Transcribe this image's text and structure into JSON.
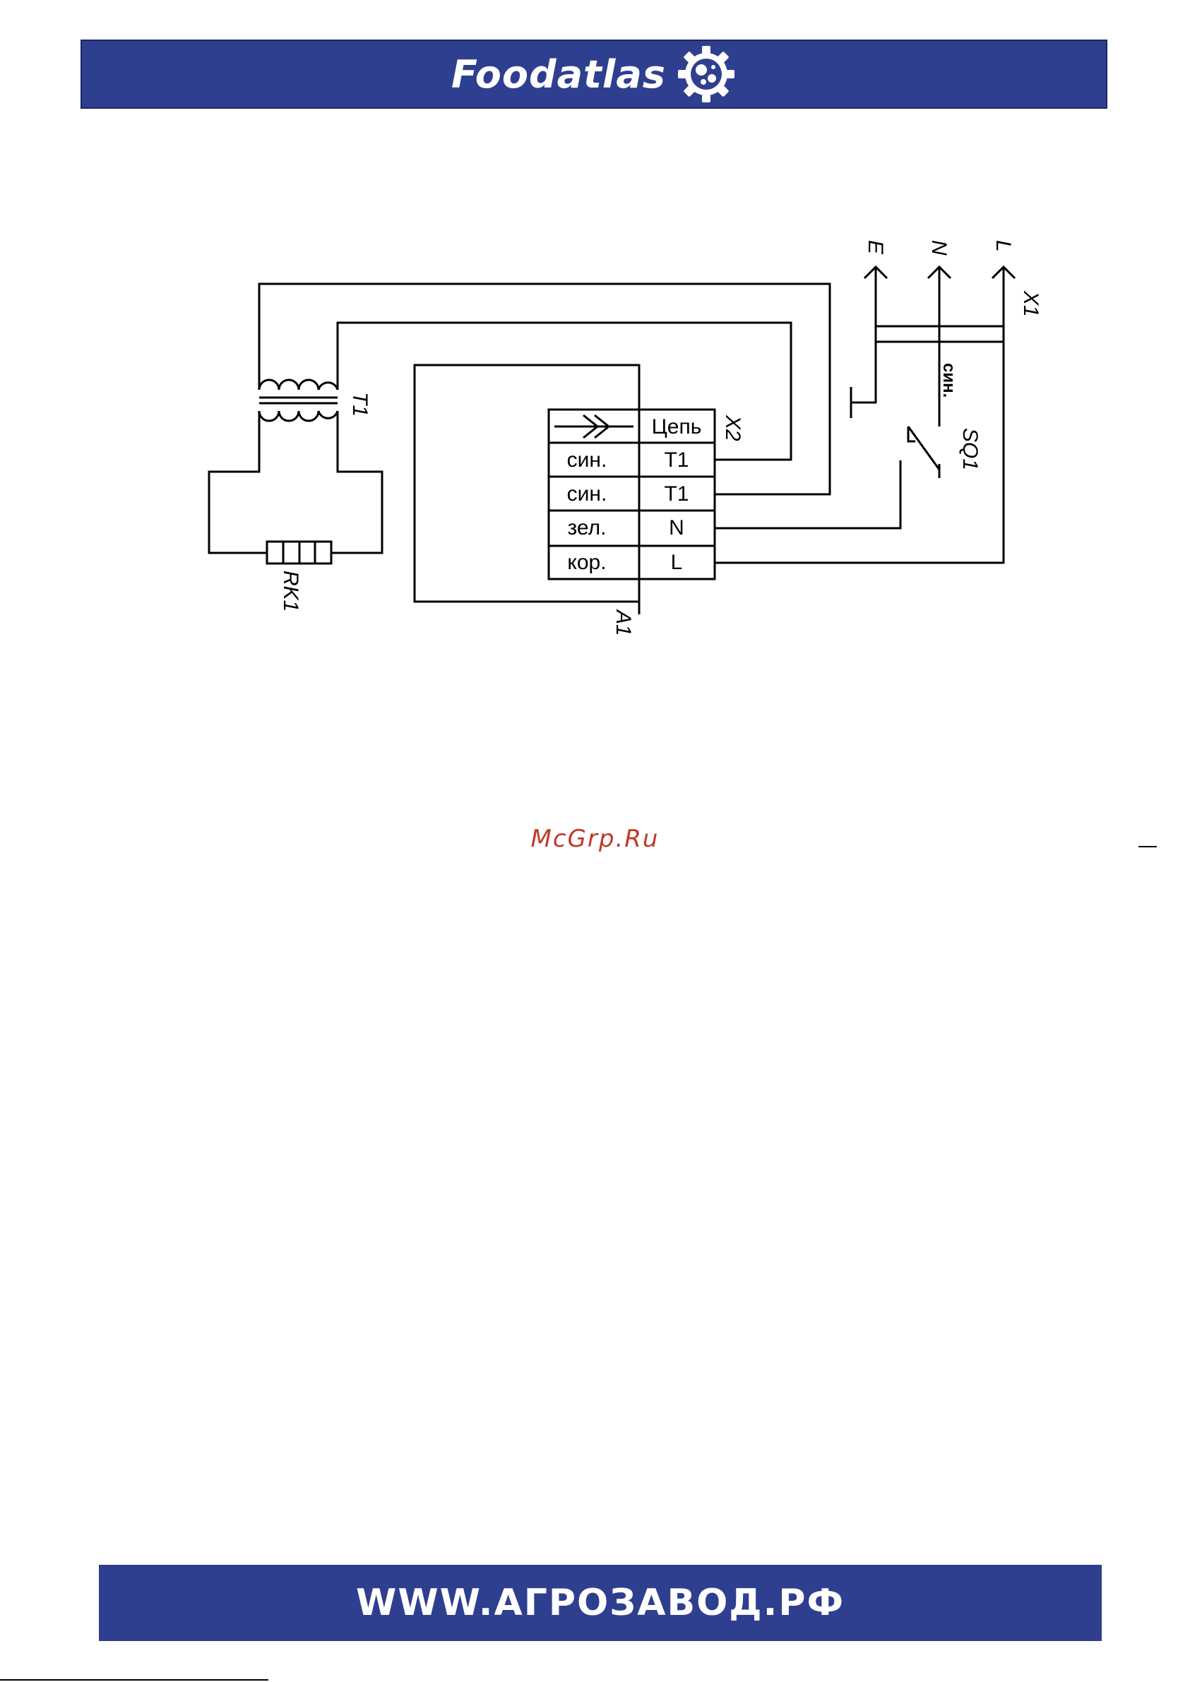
{
  "header": {
    "brand": "Foodatlas",
    "logo_icon": "gear-globe-icon",
    "background": "#2f3f8f"
  },
  "diagram": {
    "transformer": "T1",
    "resistor": "RK1",
    "controller": "A1",
    "connector": "X2",
    "connector_table": {
      "header": "Цепь",
      "rows": [
        {
          "wire": "син.",
          "circuit": "T1"
        },
        {
          "wire": "син.",
          "circuit": "T1"
        },
        {
          "wire": "зел.",
          "circuit": "N"
        },
        {
          "wire": "кор.",
          "circuit": "L"
        }
      ]
    },
    "terminal_block": "X1",
    "terminals": [
      "E",
      "N",
      "L"
    ],
    "switch": "SQ1",
    "switch_wire": "син."
  },
  "watermark": "McGrp.Ru",
  "footer": {
    "url": "WWW.АГРОЗАВОД.РФ",
    "background": "#2f3f8f"
  }
}
